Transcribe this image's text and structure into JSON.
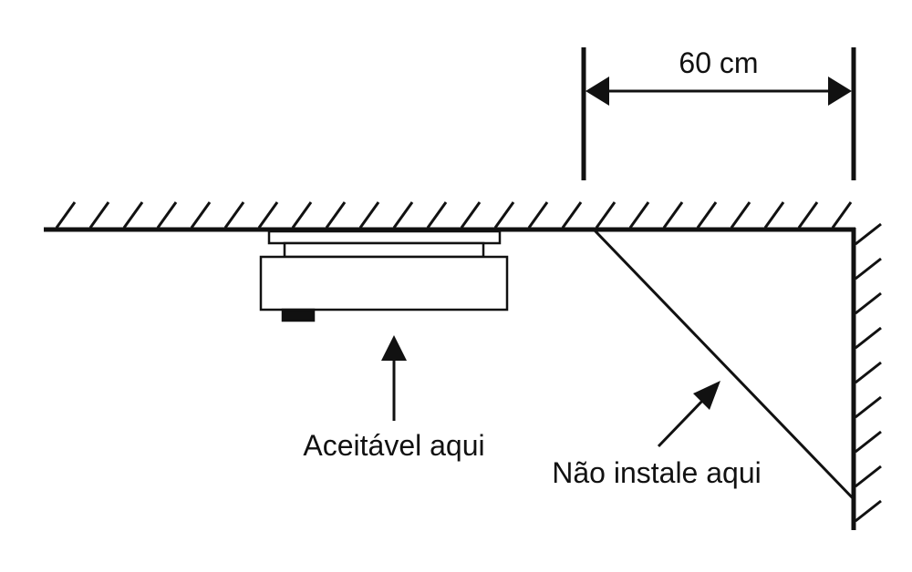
{
  "labels": {
    "dimension": "60 cm",
    "acceptable": "Aceitável aqui",
    "do_not_install": "Não instale aqui"
  },
  "colors": {
    "line": "#111111",
    "background": "#ffffff"
  }
}
